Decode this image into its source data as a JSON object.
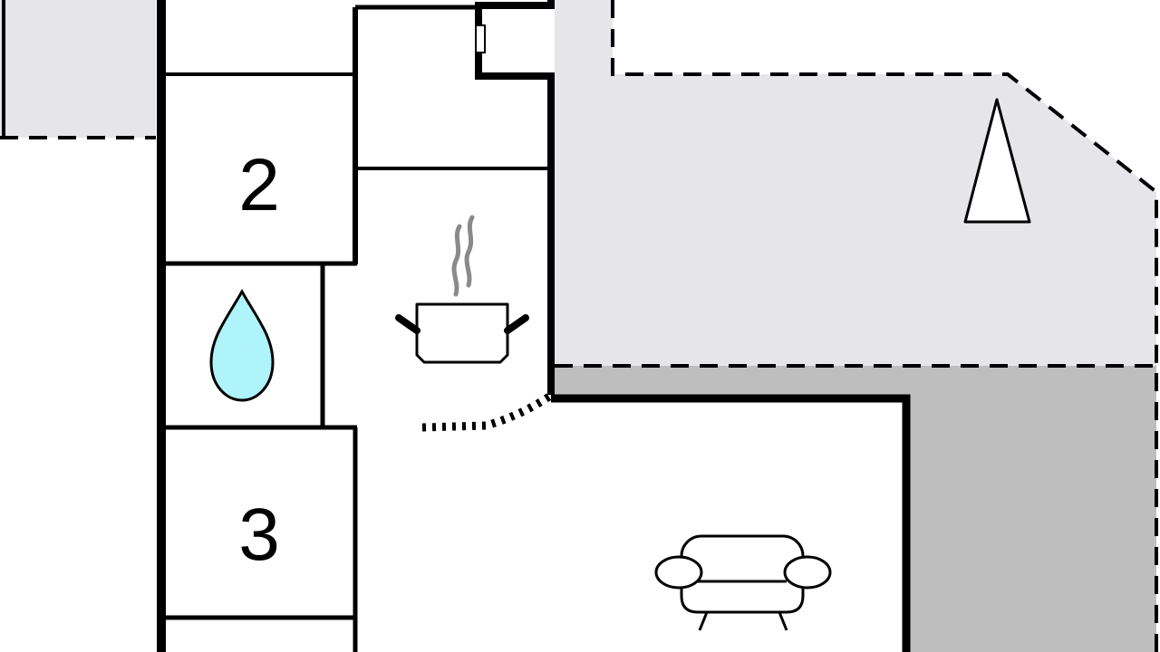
{
  "floorplan": {
    "rooms": [
      {
        "id": "bedroom-2",
        "label": "2"
      },
      {
        "id": "bathroom",
        "label": ""
      },
      {
        "id": "bedroom-3",
        "label": "3"
      },
      {
        "id": "kitchen",
        "label": ""
      },
      {
        "id": "living-room",
        "label": ""
      }
    ],
    "icons": [
      "water-drop-icon",
      "cooking-pot-icon",
      "sofa-icon",
      "tree-icon"
    ],
    "colors": {
      "wall": "#000000",
      "terrace": "#e6e6ea",
      "covered_terrace": "#bebebe",
      "water": "#aef4fa",
      "steam": "#8a8a8a",
      "background": "#ffffff"
    }
  }
}
